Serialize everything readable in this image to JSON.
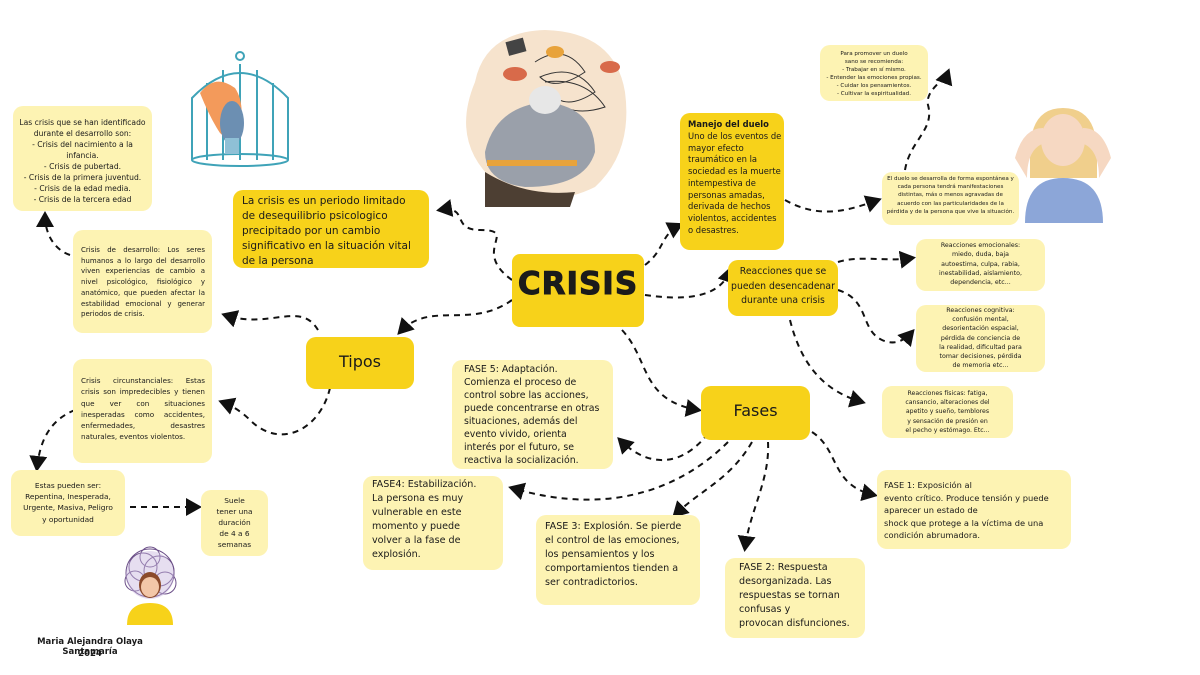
{
  "main": {
    "title": "CRISIS"
  },
  "definition": "La crisis es un periodo limitado de desequilibrio psicologico precipitado por un cambio significativo en la situación vital de la persona",
  "tipos": {
    "label": "Tipos",
    "identified": "Las crisis que se han identificado\ndurante el desarrollo son:\n- Crisis del nacimiento a la infancia.\n- Crisis de pubertad.\n- Crisis de la primera juventud.\n- Crisis de la edad media.\n- Crisis de la tercera edad",
    "desarrollo": "Crisis de desarrollo: Los seres humanos a lo largo del desarrollo viven experiencias de cambio a nivel psicológico, fisiológico y anatómico, que pueden afectar la estabilidad emocional y generar periodos de crisis.",
    "circunstanciales": "Crisis circunstanciales: Estas crisis son impredecibles y tienen que ver con situaciones inesperadas como accidentes, enfermedades, desastres naturales, eventos violentos.",
    "pueden_ser": "Estas pueden ser:\nRepentina, Inesperada,\nUrgente, Masiva, Peligro\ny oportunidad",
    "duracion": "Suele\ntener una\nduración\nde 4 a 6\nsemanas"
  },
  "duelo": {
    "title": "Manejo del duelo",
    "body": "Uno de los eventos de mayor efecto traumático en la sociedad es la muerte intempestiva de personas amadas, derivada de hechos violentos, accidentes o desastres.",
    "forma": "El duelo se desarrolla de forma espontánea y cada persona tendrá manifestaciones distintas, más o menos agravadas de acuerdo con las particularidades de la pérdida y de la persona que vive la situación.",
    "promover": "Para promover un duelo\nsano se recomienda:\n- Trabajar en sí mismo.\n- Entender las emociones propias.\n- Cuidar los pensamientos.\n- Cultivar la espiritualidad."
  },
  "reacciones": {
    "label": "Reacciones que se pueden desencadenar durante una crisis",
    "emocionales": "Reacciones emocionales:\nmiedo, duda, baja\nautoestima, culpa, rabia,\ninestabilidad, aislamiento,\ndependencia, etc...",
    "cognitivas": "Reacciones cognitiva:\nconfusión mental,\ndesorientación espacial,\npérdida de conciencia de\nla realidad, dificultad para\ntomar decisiones, pérdida\nde memoria etc...",
    "fisicas": "Reacciones físicas: fatiga,\ncansancio, alteraciones del\napetito y sueño, temblores\ny sensación de presión en\nel pecho y estómago. Etc..."
  },
  "fases": {
    "label": "Fases",
    "f1": "FASE 1: Exposición al\nevento crítico. Produce tensión y puede\naparecer un estado de\nshock que protege a la víctima de una\ncondición abrumadora.",
    "f2": "FASE 2: Respuesta\ndesorganizada. Las\nrespuestas se tornan\nconfusas y\nprovocan disfunciones.",
    "f3": "FASE 3: Explosión. Se pierde\nel control de las emociones,\nlos pensamientos y los\ncomportamientos tienden a\nser contradictorios.",
    "f4": "FASE4: Estabilización.\nLa persona es muy\nvulnerable en este\nmomento y puede\nvolver a la fase de\nexplosión.",
    "f5": "FASE 5: Adaptación.\nComienza el proceso de\ncontrol sobre las acciones,\npuede concentrarse en otras\nsituaciones, además del\nevento vivido, orienta\ninterés por el futuro, se\nreactiva la socialización."
  },
  "author": {
    "name": "Maria Alejandra Olaya Santamaría",
    "year": "2024"
  }
}
